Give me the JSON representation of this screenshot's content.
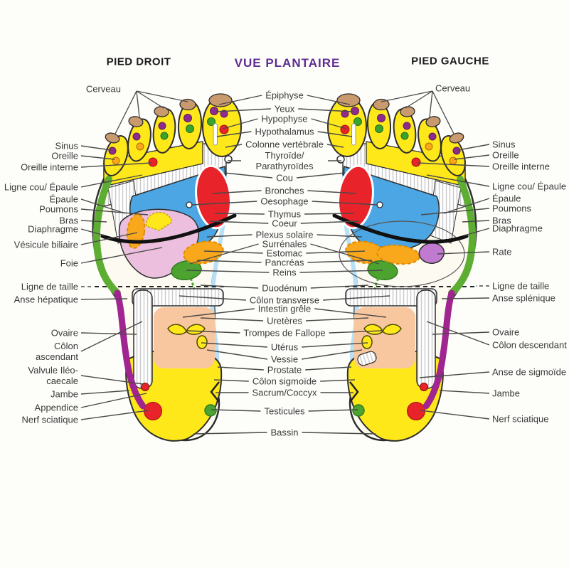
{
  "header": {
    "left": "PIED DROIT",
    "center": "VUE PLANTAIRE",
    "right": "PIED GAUCHE"
  },
  "labels": {
    "left": [
      {
        "text": "Cerveau"
      },
      {
        "text": "Sinus"
      },
      {
        "text": "Oreille"
      },
      {
        "text": "Oreille interne"
      },
      {
        "text": "Ligne cou/ Épaule"
      },
      {
        "text": "Épaule"
      },
      {
        "text": "Poumons"
      },
      {
        "text": "Bras"
      },
      {
        "text": "Diaphragme"
      },
      {
        "text": "Vésicule biliaire"
      },
      {
        "text": "Foie"
      },
      {
        "text": "Ligne de taille"
      },
      {
        "text": "Anse hépatique"
      },
      {
        "text": "Ovaire"
      },
      {
        "text": "Côlon ascendant"
      },
      {
        "text": "Valvule Iléo-caecale"
      },
      {
        "text": "Jambe"
      },
      {
        "text": "Appendice"
      },
      {
        "text": "Nerf sciatique"
      }
    ],
    "center": [
      {
        "text": "Épiphyse"
      },
      {
        "text": "Yeux"
      },
      {
        "text": "Hypophyse"
      },
      {
        "text": "Hypothalamus"
      },
      {
        "text": "Colonne vertébrale"
      },
      {
        "text": "Thyroïde/ Parathyroïdes"
      },
      {
        "text": "Cou"
      },
      {
        "text": "Bronches"
      },
      {
        "text": "Oesophage"
      },
      {
        "text": "Thymus"
      },
      {
        "text": "Coeur"
      },
      {
        "text": "Plexus solaire"
      },
      {
        "text": "Surrénales"
      },
      {
        "text": "Estomac"
      },
      {
        "text": "Pancréas"
      },
      {
        "text": "Reins"
      },
      {
        "text": "Duodénum"
      },
      {
        "text": "Côlon transverse"
      },
      {
        "text": "Intestin grêle"
      },
      {
        "text": "Uretères"
      },
      {
        "text": "Trompes de Fallope"
      },
      {
        "text": "Utérus"
      },
      {
        "text": "Vessie"
      },
      {
        "text": "Prostate"
      },
      {
        "text": "Côlon sigmoïde"
      },
      {
        "text": "Sacrum/Coccyx"
      },
      {
        "text": "Testicules"
      },
      {
        "text": "Bassin"
      }
    ],
    "right": [
      {
        "text": "Cerveau"
      },
      {
        "text": "Sinus"
      },
      {
        "text": "Oreille"
      },
      {
        "text": "Oreille interne"
      },
      {
        "text": "Ligne cou/ Épaule"
      },
      {
        "text": "Épaule"
      },
      {
        "text": "Poumons"
      },
      {
        "text": "Bras"
      },
      {
        "text": "Diaphragme"
      },
      {
        "text": "Rate"
      },
      {
        "text": "Ligne de taille"
      },
      {
        "text": "Anse splénique"
      },
      {
        "text": "Ovaire"
      },
      {
        "text": "Côlon descendant"
      },
      {
        "text": "Anse de sigmoïde"
      },
      {
        "text": "Jambe"
      },
      {
        "text": "Nerf sciatique"
      }
    ]
  },
  "colors": {
    "title_purple": "#5f2d91",
    "label_gray": "#3a3a3a",
    "foot_yellow": "#ffe81a",
    "zone_blue": "#4ba6e3",
    "zone_red": "#e8232a",
    "liver_pink": "#ebbfdd",
    "organ_orange": "#f9a81b",
    "band_green": "#5cad32",
    "band_magenta": "#a12590",
    "arch_lightblue": "#b7e0f6",
    "intestine_peach": "#f8c79f",
    "spleen_violet": "#c07acf",
    "nail_tan": "#c99a6e",
    "dot_purple": "#8f2b8f",
    "dot_green": "#3aa32f"
  }
}
